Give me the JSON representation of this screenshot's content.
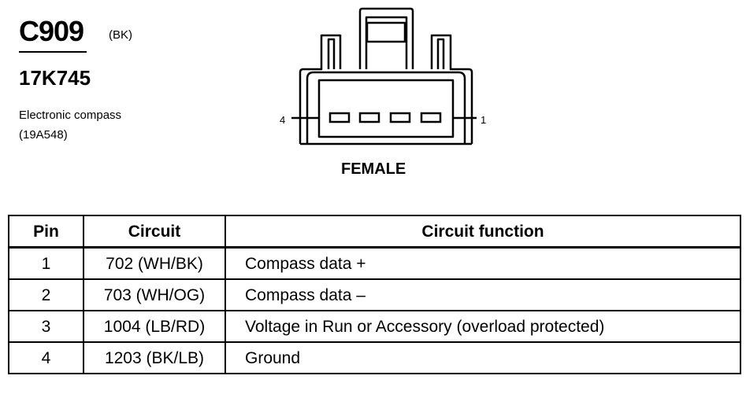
{
  "connector": {
    "id": "C909",
    "color": "(BK)",
    "part_number": "17K745",
    "component_name": "Electronic compass",
    "component_code": "(19A548)"
  },
  "diagram": {
    "pin_left_label": "4",
    "pin_right_label": "1",
    "gender": "FEMALE",
    "terminal_count": 4
  },
  "table": {
    "headers": {
      "pin": "Pin",
      "circuit": "Circuit",
      "function": "Circuit function"
    },
    "rows": [
      {
        "pin": "1",
        "circuit": "702 (WH/BK)",
        "function": "Compass data +"
      },
      {
        "pin": "2",
        "circuit": "703 (WH/OG)",
        "function": "Compass data –"
      },
      {
        "pin": "3",
        "circuit": "1004 (LB/RD)",
        "function": "Voltage in Run or Accessory (overload protected)"
      },
      {
        "pin": "4",
        "circuit": "1203 (BK/LB)",
        "function": "Ground"
      }
    ]
  }
}
